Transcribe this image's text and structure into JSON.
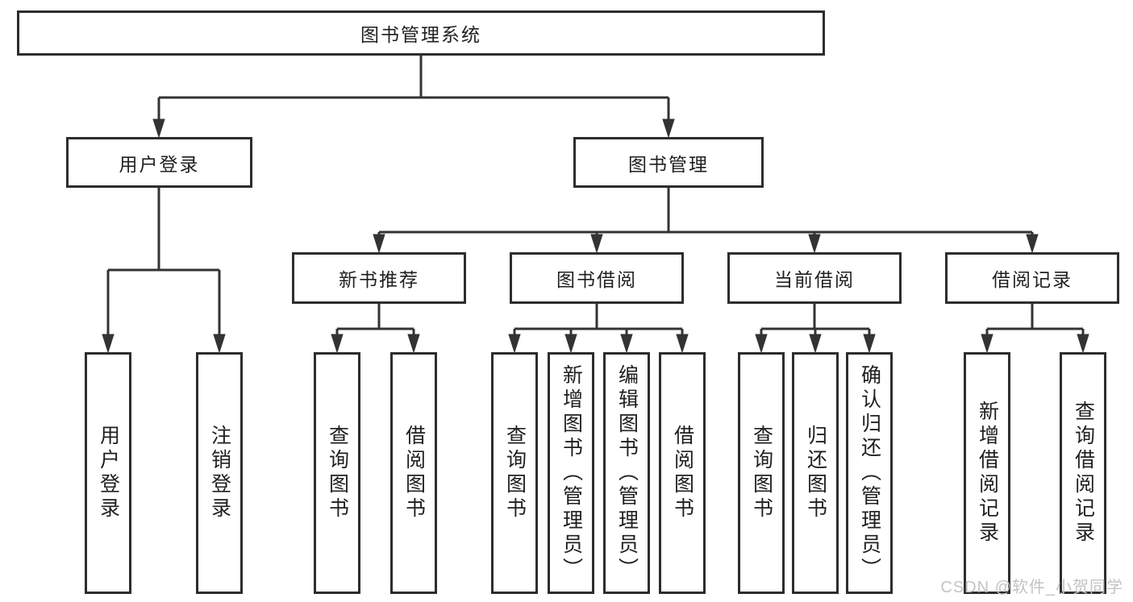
{
  "page": {
    "watermark": "CSDN @软件_小贺同学"
  },
  "colors": {
    "line": "#333333",
    "box_border": "#2d2d2d",
    "text": "#1f1f1f",
    "watermark": "#c3c3c3",
    "background": "#ffffff"
  },
  "tree": {
    "root": {
      "label": "图书管理系统"
    },
    "branches": [
      {
        "label": "用户登录",
        "children": [
          {
            "label": "用户登录"
          },
          {
            "label": "注销登录"
          }
        ]
      },
      {
        "label": "图书管理",
        "children": [
          {
            "label": "新书推荐",
            "children": [
              {
                "label": "查询图书"
              },
              {
                "label": "借阅图书"
              }
            ]
          },
          {
            "label": "图书借阅",
            "children": [
              {
                "label": "查询图书"
              },
              {
                "label": "新增图书（管理员）"
              },
              {
                "label": "编辑图书（管理员）"
              },
              {
                "label": "借阅图书"
              }
            ]
          },
          {
            "label": "当前借阅",
            "children": [
              {
                "label": "查询图书"
              },
              {
                "label": "归还图书"
              },
              {
                "label": "确认归还（管理员）"
              }
            ]
          },
          {
            "label": "借阅记录",
            "children": [
              {
                "label": "新增借阅记录"
              },
              {
                "label": "查询借阅记录"
              }
            ]
          }
        ]
      }
    ]
  }
}
